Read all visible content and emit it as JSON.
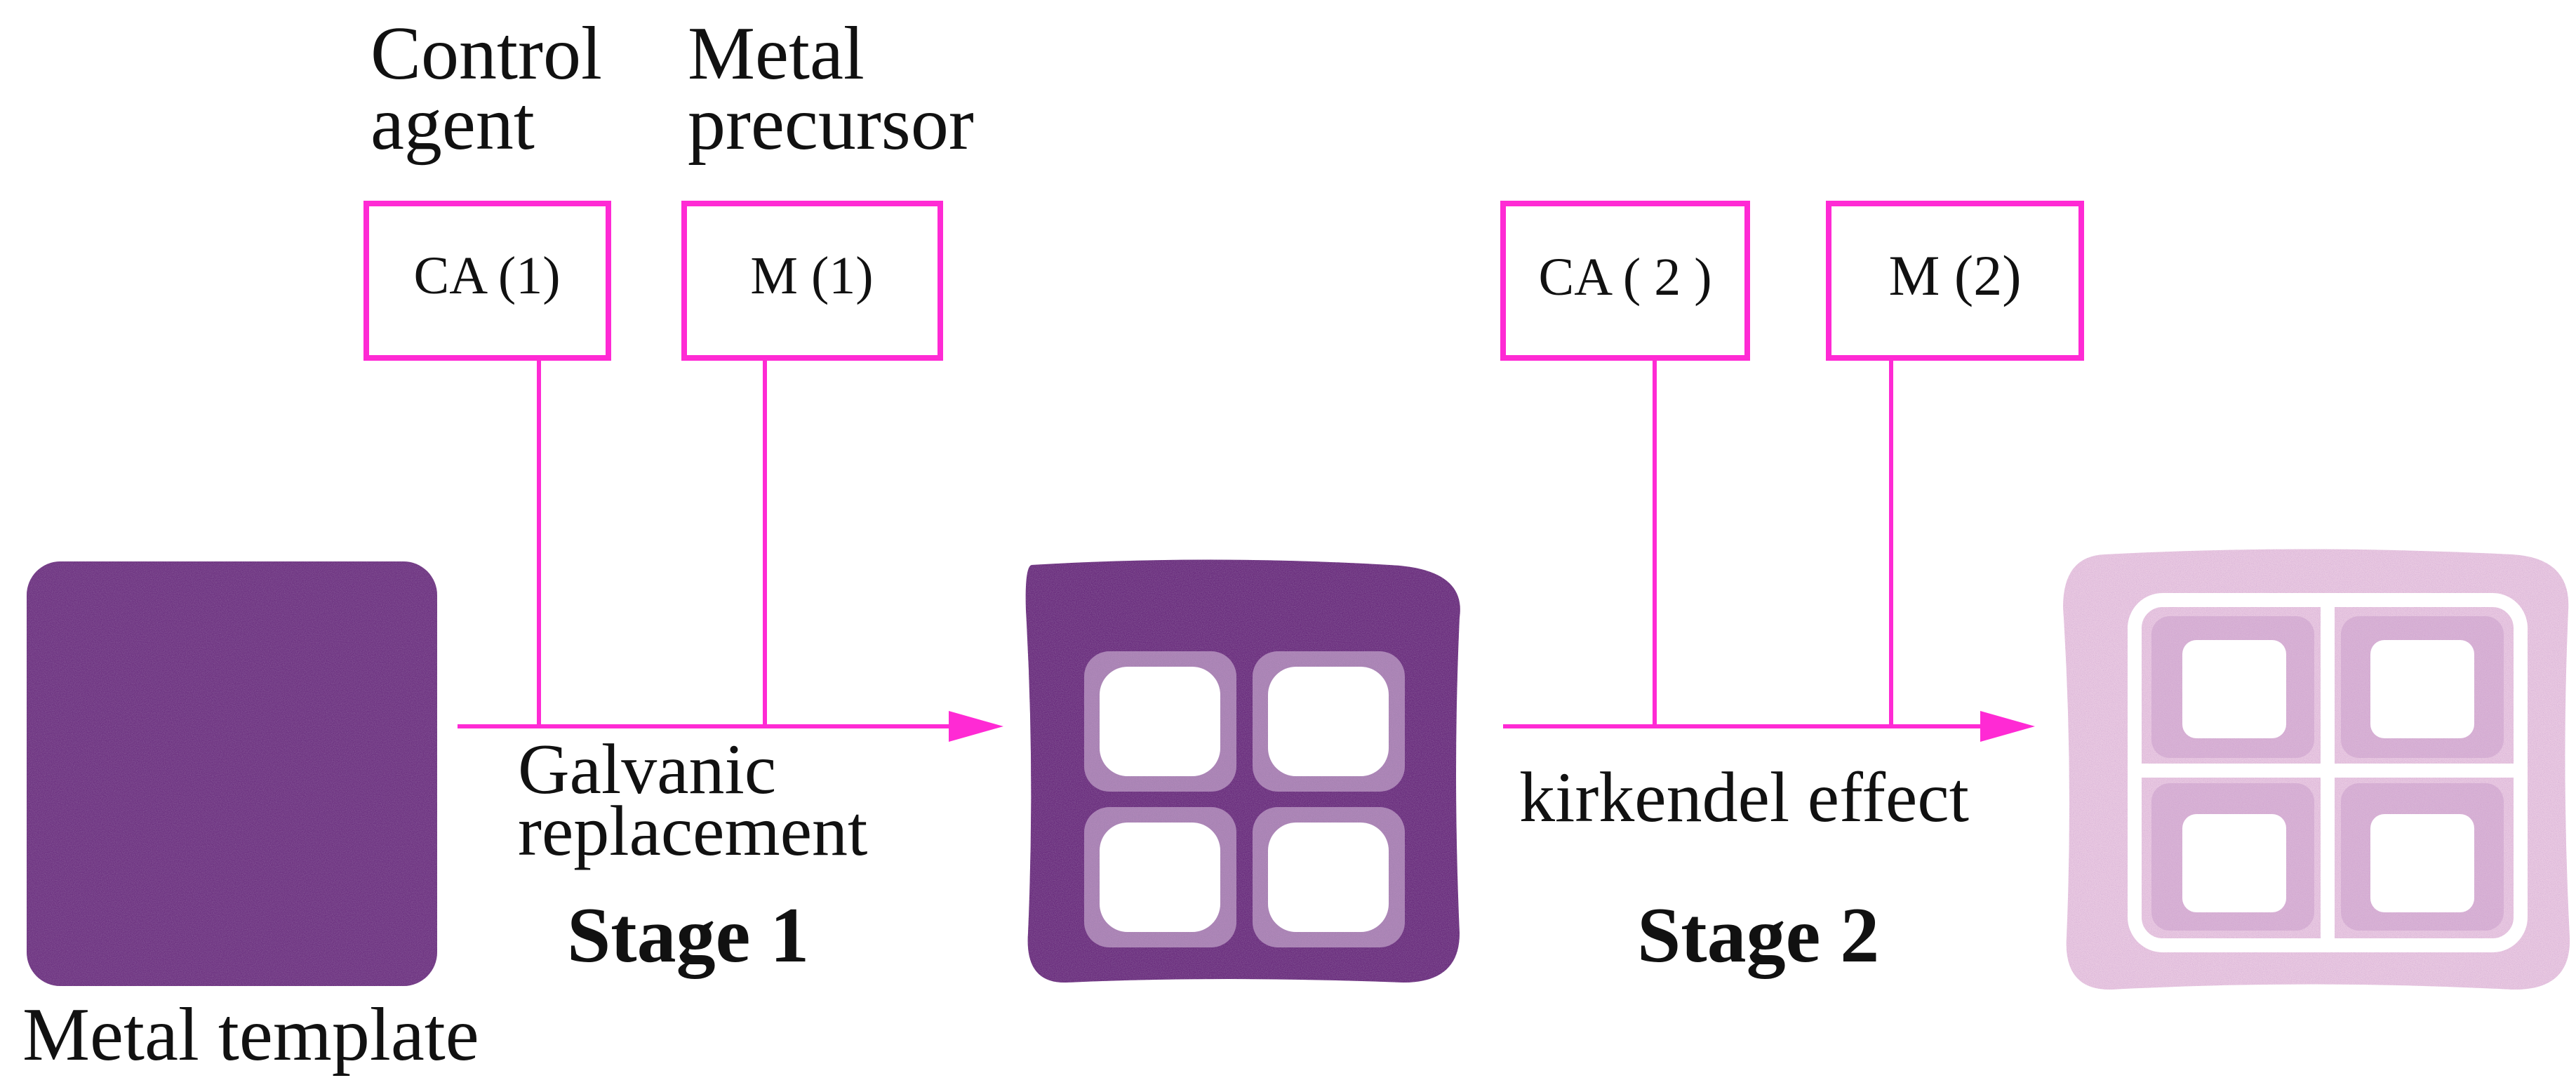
{
  "colors": {
    "magenta": "#ff2ad4",
    "particle_dark": "#6a2f7e",
    "particle_mid": "#8a4a99",
    "particle_light": "#d8b3d8",
    "particle_pale": "#eed2ea",
    "text": "#111111"
  },
  "labels": {
    "control_agent_line1": "Control",
    "control_agent_line2": "agent",
    "metal_precursor_line1": "Metal",
    "metal_precursor_line2": "precursor",
    "galvanic_line1": "Galvanic",
    "galvanic_line2": "replacement",
    "stage1": "Stage 1",
    "kirkendel": "kirkendel effect",
    "stage2": "Stage 2",
    "metal_template": "Metal template"
  },
  "boxes": {
    "ca1": "CA  (1)",
    "m1": "M (1)",
    "ca2": "CA ( 2 )",
    "m2": "M (2)"
  }
}
